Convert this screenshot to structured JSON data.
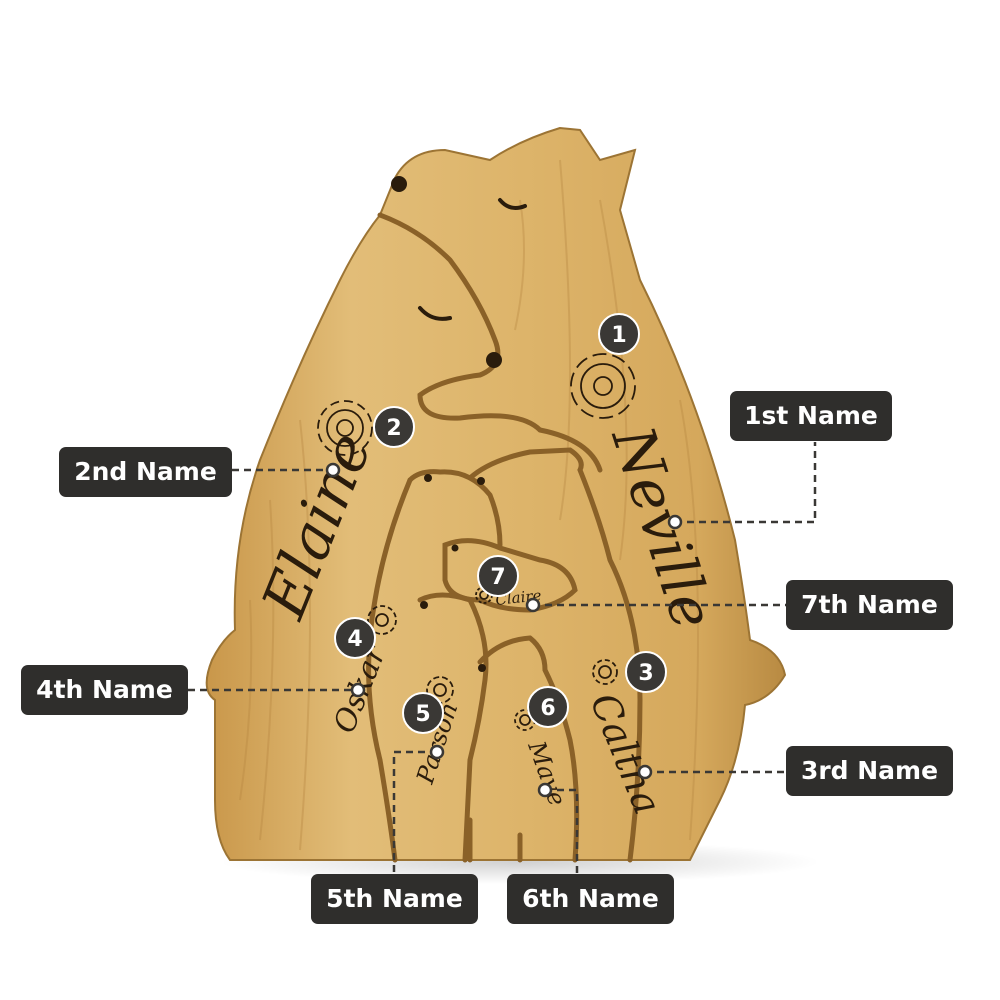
{
  "product": {
    "engraved_names": {
      "first": "Neville",
      "second": "Elaine",
      "third": "Caltha",
      "fourth": "Oskar",
      "fifth": "Parson",
      "sixth": "Mave",
      "seventh": "Claire"
    },
    "badges": [
      "1",
      "2",
      "3",
      "4",
      "5",
      "6",
      "7"
    ]
  },
  "callouts": {
    "first": "1st Name",
    "second": "2nd Name",
    "third": "3rd Name",
    "fourth": "4th Name",
    "fifth": "5th Name",
    "sixth": "6th Name",
    "seventh": "7th Name"
  },
  "colors": {
    "label_bg": "#2f2e2c",
    "badge_bg": "#3a3835",
    "wood": "#d9b067",
    "wood_dark": "#b8893f"
  }
}
